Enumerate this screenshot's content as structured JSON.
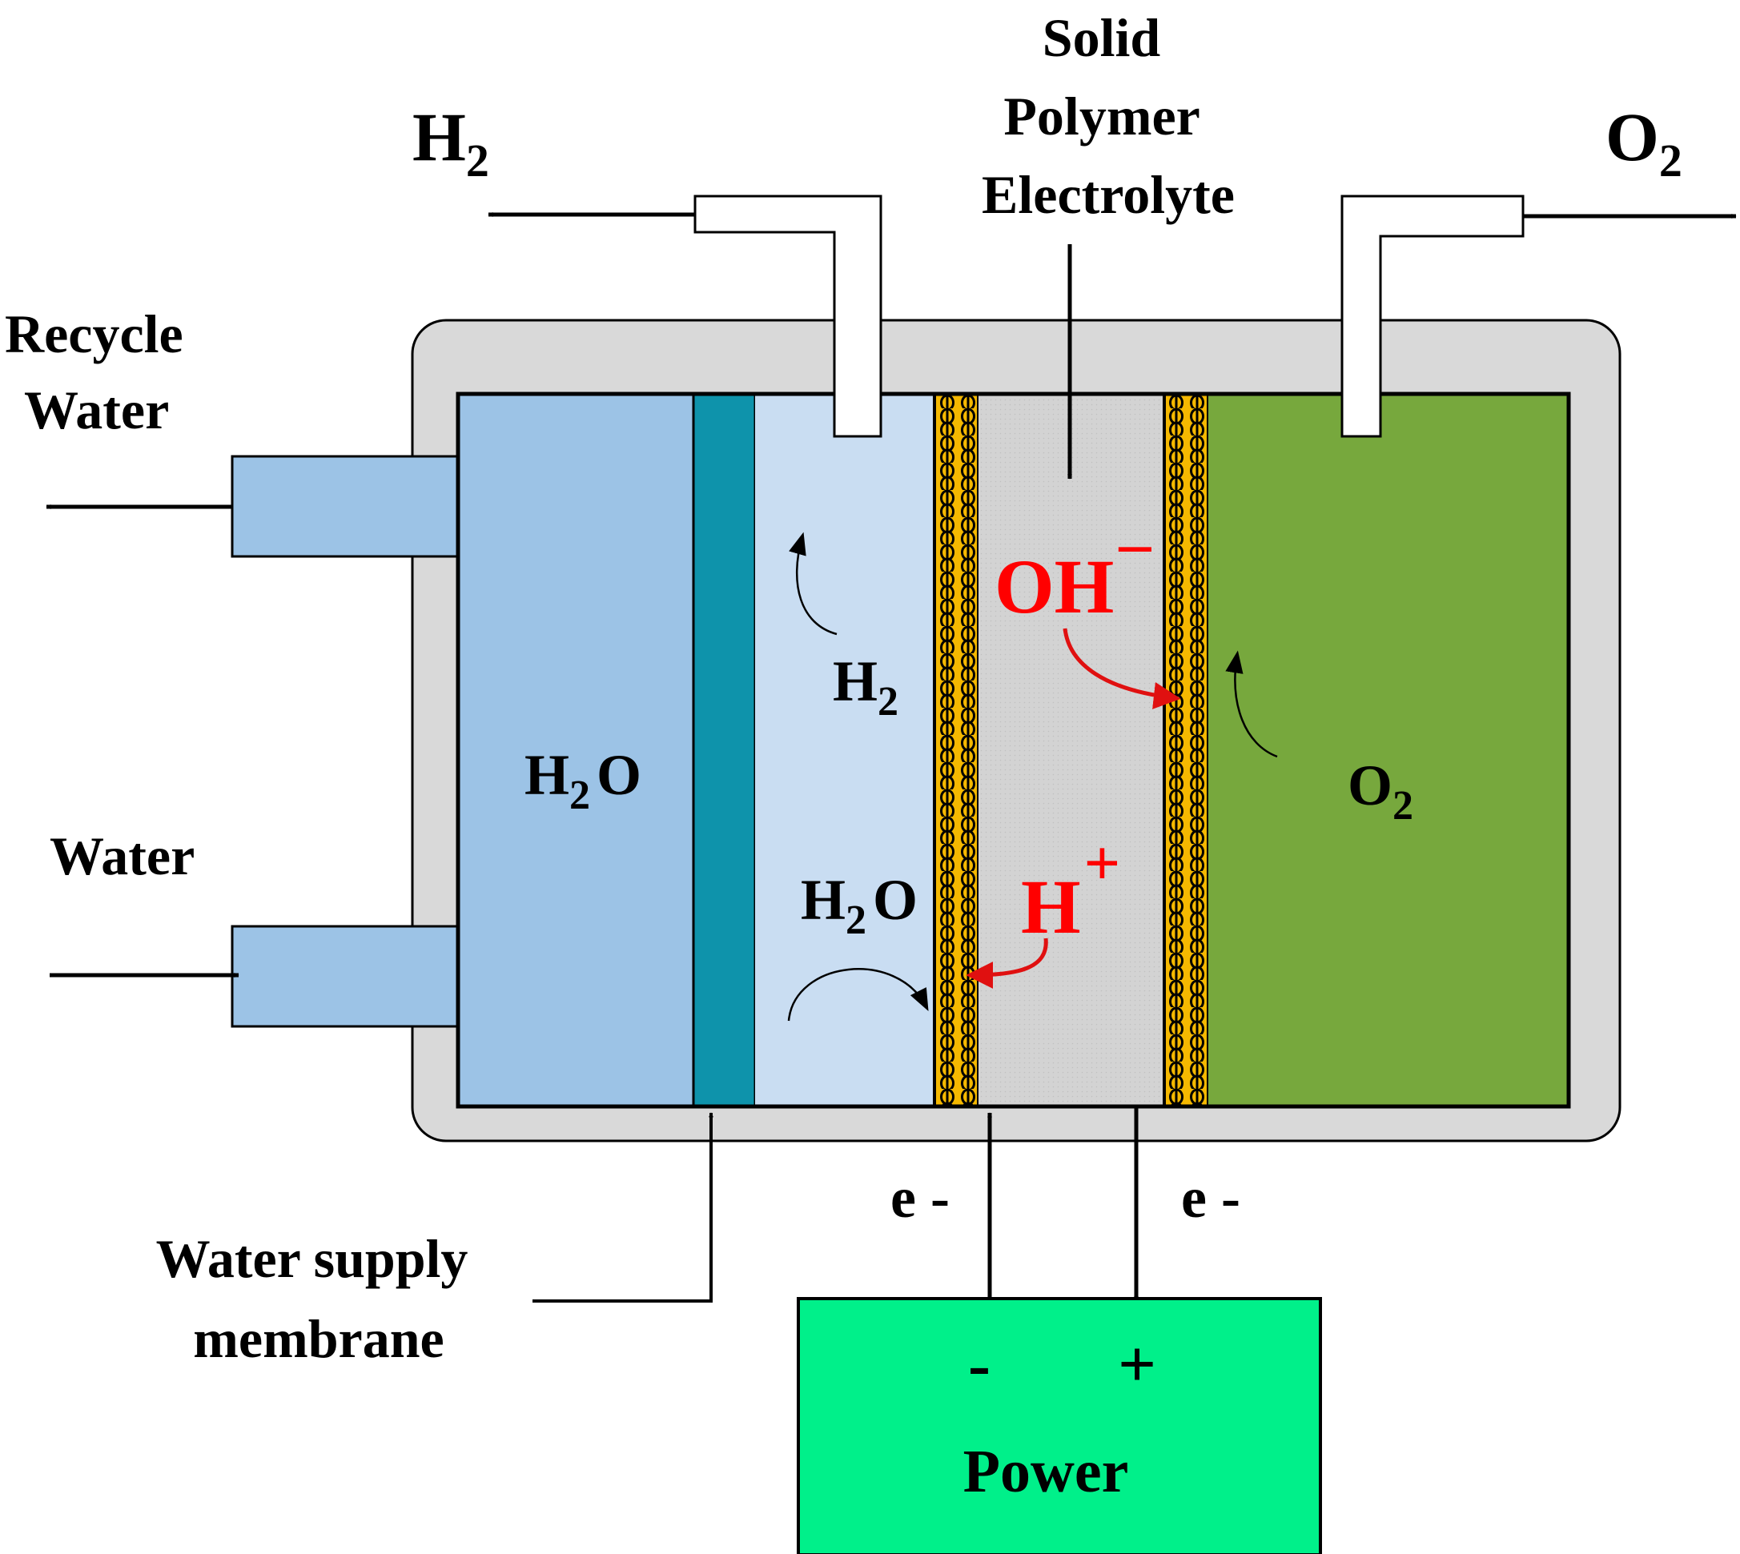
{
  "colors": {
    "background": "#ffffff",
    "housing": "#d9d9d9",
    "water_chamber": "#9cc3e6",
    "supply_membrane": "#0e93ab",
    "cathode_chamber": "#c9ddf2",
    "electrode": "#f5b800",
    "electrolyte": "#d3d3d3",
    "anode_chamber": "#77a83d",
    "power_box": "#00f08a",
    "ion_text": "#ff0000",
    "ion_arrow": "#e01010"
  },
  "labels": {
    "h2_out": {
      "base": "H",
      "sub": "2"
    },
    "o2_out": {
      "base": "O",
      "sub": "2"
    },
    "solid_polymer": [
      "Solid",
      "Polymer",
      "Electrolyte"
    ],
    "recycle_water": [
      "Recycle",
      "Water"
    ],
    "water_in": "Water",
    "water_supply_membrane": [
      "Water supply",
      "membrane"
    ],
    "h2o_water_chamber": {
      "base": "H",
      "sub": "2",
      "tail": "O"
    },
    "h2_cathode": {
      "base": "H",
      "sub": "2"
    },
    "h2o_cathode": {
      "base": "H",
      "sub": "2",
      "tail": "O"
    },
    "o2_anode": {
      "base": "O",
      "sub": "2"
    },
    "oh_ion": {
      "base": "OH",
      "sup": "–"
    },
    "h_ion": {
      "base": "H",
      "sup": "+"
    },
    "electron_left": "e -",
    "electron_right": "e -",
    "power_negative": "-",
    "power_positive": "+",
    "power": "Power"
  },
  "icons": {
    "flow_arrows": "arrow-icon",
    "process_arrows": "curved-arrow-icon",
    "electrode_pattern": "porous-electrode-pattern"
  }
}
